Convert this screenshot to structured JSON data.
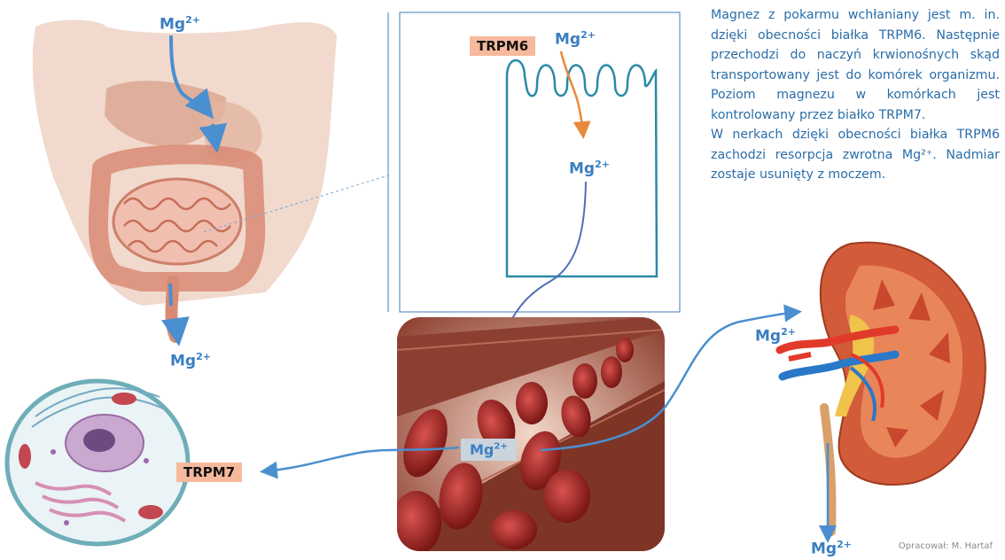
{
  "labels": {
    "mg_top": "Mg",
    "mg_cell_top": "Mg",
    "mg_cell_mid": "Mg",
    "mg_intestine_out": "Mg",
    "mg_vessel": "Mg",
    "mg_kidney_in": "Mg",
    "mg_kidney_out": "Mg",
    "charge": "2+"
  },
  "tags": {
    "trpm6": "TRPM6",
    "trpm7": "TRPM7"
  },
  "description": {
    "paragraph1": "Magnez z pokarmu wchłaniany jest m. in. dzięki obecności białka TRPM6. Następnie przechodzi do naczyń krwionośnych skąd transportowany jest do komórek organizmu. Poziom magnezu w komórkach jest kontrolowany przez białko TRPM7.",
    "paragraph2": "W nerkach dzięki obecności białka TRPM6 zachodzi resorpcja zwrotna Mg²⁺. Nadmiar zostaje usunięty z moczem."
  },
  "credit": "Opracował: M. Hartaf",
  "colors": {
    "arrow_blue": "#4a8fcf",
    "arrow_orange": "#e88a3c",
    "tag_fill": "#f6b99c",
    "text_blue": "#2a6da8"
  }
}
